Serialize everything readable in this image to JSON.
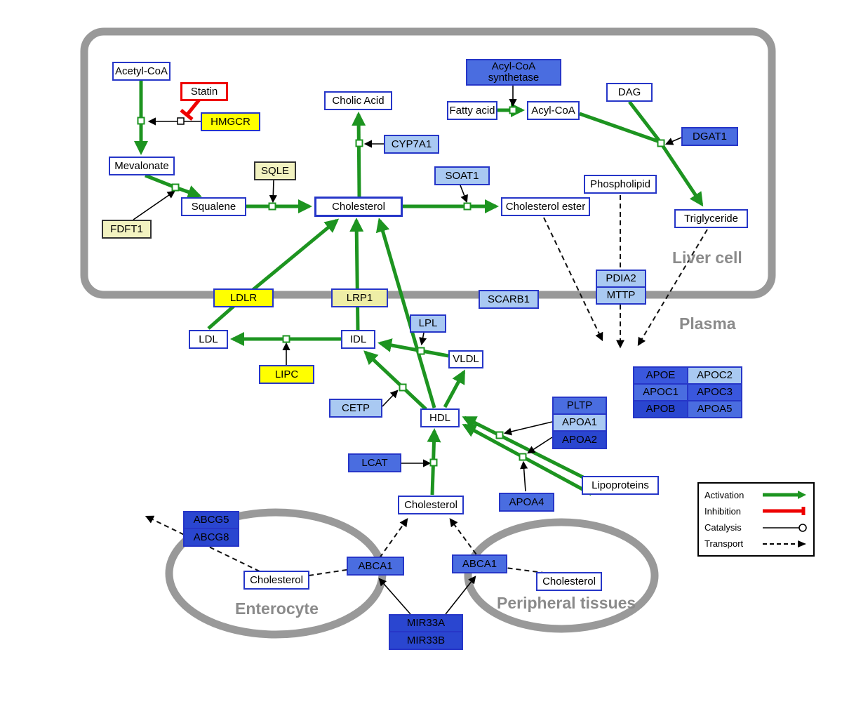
{
  "compartments": {
    "liver": "Liver cell",
    "plasma": "Plasma",
    "enterocyte": "Enterocyte",
    "peripheral": "Peripheral tissues"
  },
  "nodes": {
    "acetyl_coa": "Acetyl-CoA",
    "statin": "Statin",
    "hmgcr": "HMGCR",
    "mevalonate": "Mevalonate",
    "fdft1": "FDFT1",
    "sqle": "SQLE",
    "squalene": "Squalene",
    "cholesterol_liver": "Cholesterol",
    "cholic_acid": "Cholic Acid",
    "cyp7a1": "CYP7A1",
    "soat1": "SOAT1",
    "cholesterol_ester": "Cholesterol ester",
    "acyl_coa_synthetase": "Acyl-CoA synthetase",
    "fatty_acid": "Fatty acid",
    "acyl_coa": "Acyl-CoA",
    "dag": "DAG",
    "dgat1": "DGAT1",
    "phospholipid": "Phospholipid",
    "triglyceride": "Triglyceride",
    "ldlr": "LDLR",
    "lrp1": "LRP1",
    "scarb1": "SCARB1",
    "pdia2": "PDIA2",
    "mttp": "MTTP",
    "ldl": "LDL",
    "idl": "IDL",
    "lpl": "LPL",
    "vldl": "VLDL",
    "lipc": "LIPC",
    "cetp": "CETP",
    "hdl": "HDL",
    "pltp": "PLTP",
    "apoa1": "APOA1",
    "apoa2": "APOA2",
    "lcat": "LCAT",
    "apoa4": "APOA4",
    "lipoproteins": "Lipoproteins",
    "apoe": "APOE",
    "apoc2": "APOC2",
    "apoc1": "APOC1",
    "apoc3": "APOC3",
    "apob": "APOB",
    "apoa5": "APOA5",
    "cholesterol_plasma": "Cholesterol",
    "abcg5": "ABCG5",
    "abcg8": "ABCG8",
    "cholesterol_enterocyte": "Cholesterol",
    "abca1_enterocyte": "ABCA1",
    "abca1_peripheral": "ABCA1",
    "mir33a": "MIR33A",
    "mir33b": "MIR33B",
    "cholesterol_peripheral": "Cholesterol"
  },
  "legend": {
    "activation": "Activation",
    "inhibition": "Inhibition",
    "catalysis": "Catalysis",
    "transport": "Transport"
  },
  "colors": {
    "activation_green": "#1d9420",
    "inhibition_red": "#ee0000",
    "membrane_gray": "#999999",
    "node_border_blue": "#2636c8",
    "highlight_yellow": "#ffff00",
    "pale_yellow": "#f2f2c0",
    "light_blue": "#a9c9f2",
    "medium_blue": "#4a6de0",
    "dark_blue": "#2a46d0"
  }
}
